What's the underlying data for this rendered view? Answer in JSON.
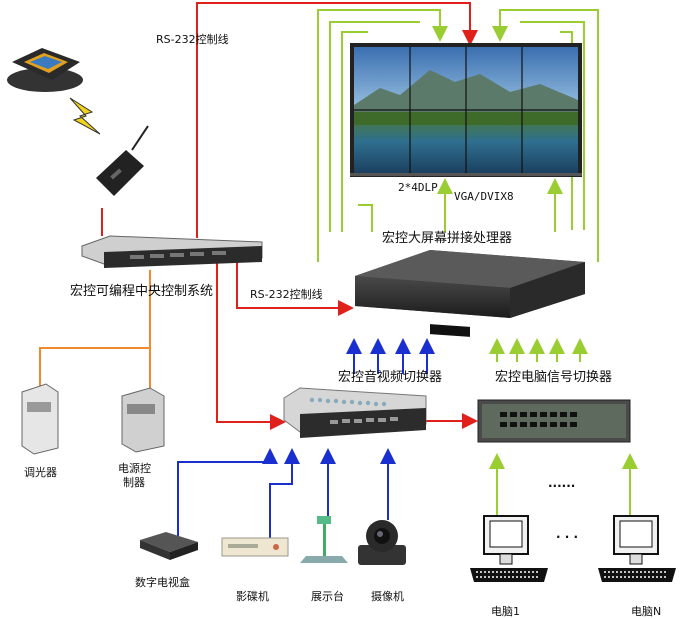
{
  "labels": {
    "rs232_top": "RS-232控制线",
    "rs232_mid": "RS-232控制线",
    "dlp": "2*4DLP",
    "vga": "VGA/DVIX8",
    "splicer": "宏控大屏幕拼接处理器",
    "central": "宏控可编程中央控制系统",
    "av_switcher": "宏控音视频切换器",
    "pc_switcher": "宏控电脑信号切换器",
    "dimmer": "调光器",
    "power_ctrl_1": "电源控",
    "power_ctrl_2": "制器",
    "settop": "数字电视盒",
    "dvd": "影碟机",
    "visualizer": "展示台",
    "camera": "摄像机",
    "pc1": "电脑1",
    "pcn": "电脑N",
    "dots_h": "......",
    "dots_mid": "· · ·"
  },
  "colors": {
    "red": "#e0201a",
    "green": "#9acd32",
    "blue": "#1a2fd0",
    "orange": "#f08a30",
    "grey": "#777777"
  }
}
